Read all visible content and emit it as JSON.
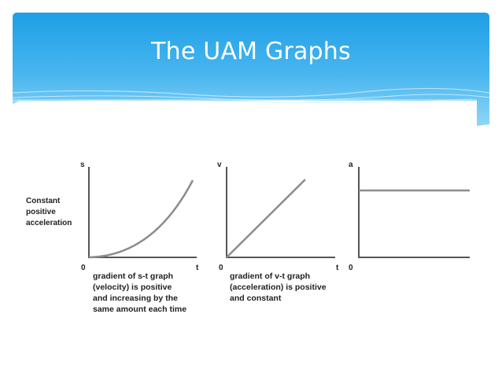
{
  "slide": {
    "title": "The UAM Graphs"
  },
  "colors": {
    "header_top": "#1aa0e8",
    "header_bottom": "#7fd0f6",
    "axis": "#555555",
    "curve": "#8c8c8c",
    "text": "#222222"
  },
  "figure": {
    "row_label": [
      "Constant",
      "positive",
      "acceleration"
    ],
    "graphs": [
      {
        "id": "s-t",
        "y_axis_label": "s",
        "x_axis_label": "t",
        "origin_label": "0",
        "shape": "quadratic-increasing",
        "caption": [
          "gradient of s-t graph",
          "(velocity) is positive",
          "and increasing by the",
          "same amount each time"
        ]
      },
      {
        "id": "v-t",
        "y_axis_label": "v",
        "x_axis_label": "t",
        "origin_label": "0",
        "shape": "linear-increasing",
        "caption": [
          "gradient of v-t graph",
          "(acceleration) is positive",
          "and constant"
        ]
      },
      {
        "id": "a-t",
        "y_axis_label": "a",
        "x_axis_label": "",
        "origin_label": "0",
        "shape": "constant",
        "caption": []
      }
    ]
  }
}
